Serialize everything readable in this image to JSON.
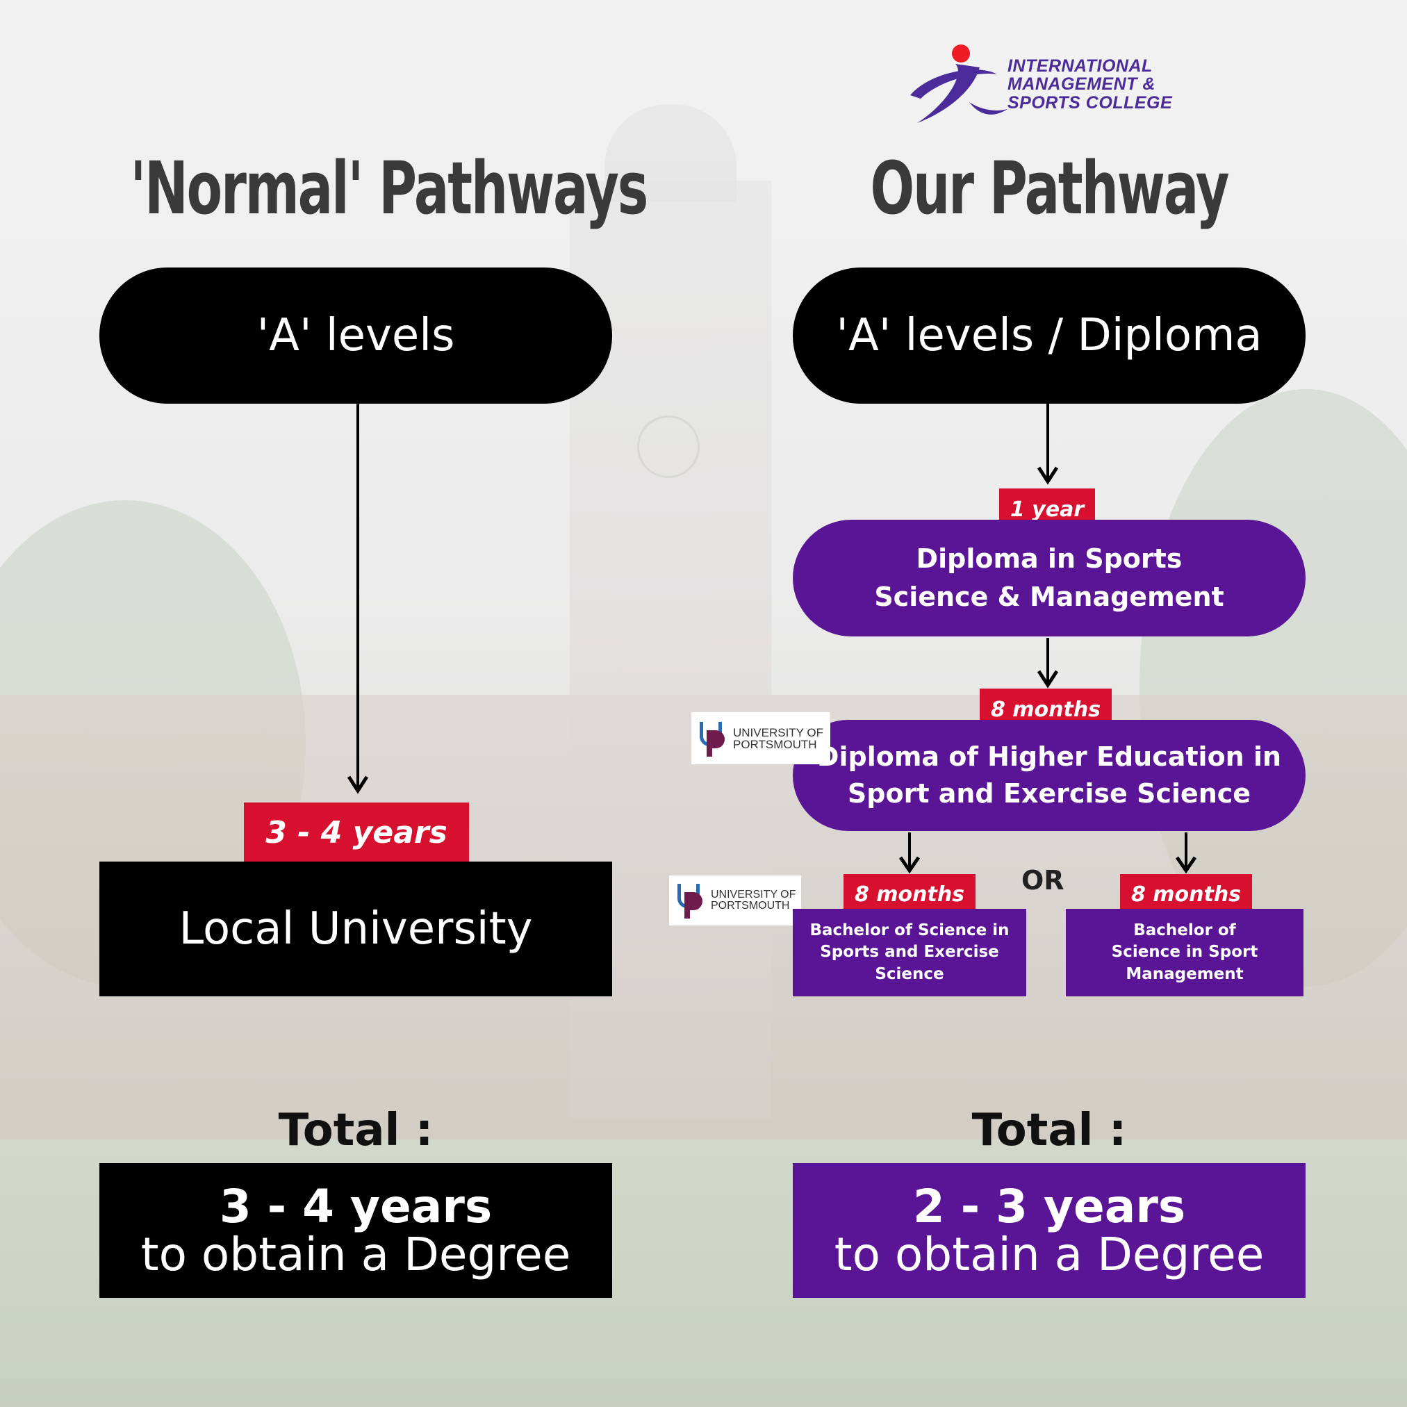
{
  "brand": {
    "logo_lines": [
      "INTERNATIONAL",
      "MANAGEMENT &",
      "SPORTS COLLEGE"
    ],
    "purple": "#5a1597",
    "red_tag": "#d8102f"
  },
  "left": {
    "heading": "'Normal' Pathways",
    "start": "'A' levels",
    "duration": "3 - 4 years",
    "destination": "Local University",
    "total_label": "Total :",
    "total_value": "3 - 4 years",
    "total_caption": "to obtain a Degree"
  },
  "right": {
    "heading": "Our Pathway",
    "start": "'A' levels / Diploma",
    "step1_duration": "1 year",
    "step1_lines": [
      "Diploma in Sports",
      "Science & Management"
    ],
    "step2_duration": "8 months",
    "step2_lines": [
      "Diploma of Higher Education in",
      "Sport and Exercise Science"
    ],
    "or_label": "OR",
    "option_a_duration": "8 months",
    "option_a_lines": [
      "Bachelor of Science in",
      "Sports and Exercise",
      "Science"
    ],
    "option_b_duration": "8 months",
    "option_b_lines": [
      "Bachelor of",
      "Science in Sport",
      "Management"
    ],
    "total_label": "Total :",
    "total_value": "2 - 3 years",
    "total_caption": "to obtain a Degree"
  },
  "partner_logo": {
    "lines": [
      "UNIVERSITY OF",
      "PORTSMOUTH"
    ]
  }
}
